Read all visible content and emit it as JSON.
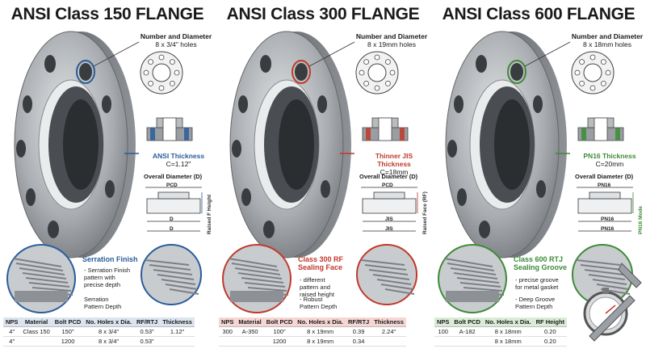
{
  "panels": [
    {
      "title": "ANSI Class 150 FLANGE",
      "holes_title": "Number and Diameter",
      "holes_value": "8 x 3/4\" holes",
      "thickness_title": "ANSI Thickness",
      "thickness_value": "C=1.12\"",
      "overall_diameter": "Overall Diameter (D)",
      "dim_top": "PCD",
      "dim_mid": "D",
      "dim_bottom": "D",
      "side_label": "Raised F Height",
      "finish_title": "Serration Finish",
      "finish_desc": [
        "- Serration Finish",
        "pattern with",
        "precise depth"
      ],
      "finish_sub": "Serration",
      "finish_sub2": "Pattern Depth",
      "accent": "#2a5d9a",
      "table": {
        "headers": [
          "NPS",
          "Material",
          "Bolt PCD",
          "No. Holes x Dia.",
          "RF/RTJ",
          "Thickness"
        ],
        "rows": [
          [
            "4\"",
            "Class 150",
            "150\"",
            "8 x 3/4\"",
            "0.53\"",
            "1.12\""
          ],
          [
            "4\"",
            "",
            "1200",
            "8 x 3/4\"",
            "0.53\"",
            ""
          ]
        ]
      }
    },
    {
      "title": "ANSI Class 300 FLANGE",
      "holes_title": "Number and Diameter",
      "holes_value": "8 x 19mm holes",
      "thickness_title": "Thinner JIS Thickness",
      "thickness_value": "C=18mm",
      "overall_diameter": "Overall Diameter (D)",
      "dim_top": "PCD",
      "dim_mid": "JIS",
      "dim_bottom": "JIS",
      "side_label": "Raised Face (RF)",
      "finish_title": "Class 300 RF Sealing Face",
      "finish_desc": [
        "- different",
        "pattern and",
        "raised height"
      ],
      "finish_sub": "- Robust",
      "finish_sub2": "Pattern Depth",
      "accent": "#c0392b",
      "table": {
        "headers": [
          "NPS",
          "Material",
          "Bolt PCD",
          "No. Holes x Dia.",
          "RF/RTJ",
          "Thickness"
        ],
        "rows": [
          [
            "300",
            "A-350",
            "100\"",
            "8 x 19mm",
            "0.39",
            "2.24\""
          ],
          [
            "",
            "",
            "1200",
            "8 x 19mm",
            "0.34",
            ""
          ]
        ]
      }
    },
    {
      "title": "ANSI Class 600 FLANGE",
      "holes_title": "Number and Diameter",
      "holes_value": "8 x 18mm holes",
      "thickness_title": "PN16 Thickness",
      "thickness_value": "C=20mm",
      "overall_diameter": "Overall Diameter (D)",
      "dim_top": "PN16",
      "dim_mid": "PN16",
      "dim_bottom": "PN16",
      "side_label": "PN16 Mode",
      "finish_title": "Class 600 RTJ Sealing Groove",
      "finish_desc": [
        "- precise groove",
        "for metal gasket"
      ],
      "finish_sub": "- Deep Groove",
      "finish_sub2": "Pattern Depth",
      "accent": "#3d8b37",
      "table": {
        "headers": [
          "NPS",
          "Bolt PCD",
          "No. Holes x Dia.",
          "RF Height"
        ],
        "rows": [
          [
            "100",
            "A-182",
            "8 x 18mm",
            "0.20"
          ],
          [
            "",
            "",
            "8 x 18mm",
            "0.20"
          ]
        ]
      }
    }
  ]
}
